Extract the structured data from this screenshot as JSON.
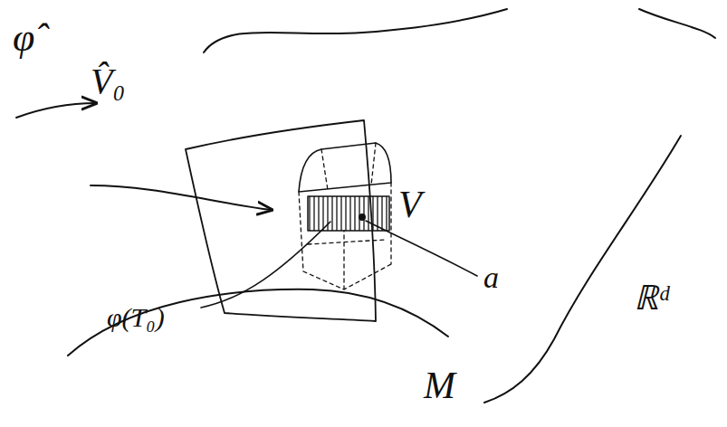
{
  "diagram": {
    "labels": [
      "φ̂",
      "V̂₀",
      "V",
      "φ(T₀)",
      "a",
      "ℝᵈ",
      "M"
    ]
  }
}
